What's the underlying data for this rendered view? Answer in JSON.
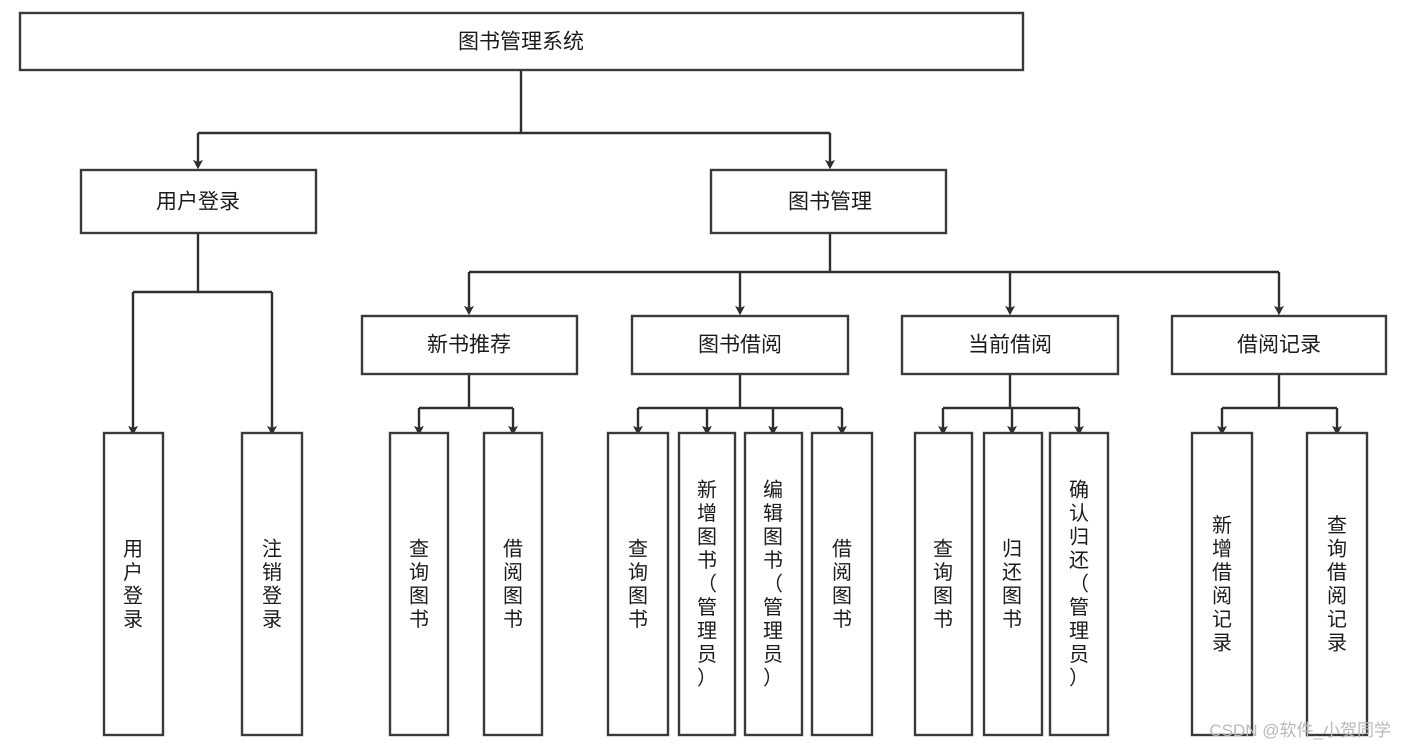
{
  "diagram": {
    "type": "tree-hierarchy",
    "title": "图书管理系统",
    "root": {
      "id": "root",
      "label": "图书管理系统"
    },
    "level2": [
      {
        "id": "user-login",
        "label": "用户登录"
      },
      {
        "id": "book-management",
        "label": "图书管理"
      }
    ],
    "level3": [
      {
        "id": "new-book-recommend",
        "label": "新书推荐",
        "parent": "book-management"
      },
      {
        "id": "book-borrow",
        "label": "图书借阅",
        "parent": "book-management"
      },
      {
        "id": "current-borrow",
        "label": "当前借阅",
        "parent": "book-management"
      },
      {
        "id": "borrow-record",
        "label": "借阅记录",
        "parent": "book-management"
      }
    ],
    "leaves": [
      {
        "id": "leaf-user-login",
        "label": "用户登录",
        "parent": "user-login"
      },
      {
        "id": "leaf-logout",
        "label": "注销登录",
        "parent": "user-login"
      },
      {
        "id": "leaf-query-book-1",
        "label": "查询图书",
        "parent": "new-book-recommend"
      },
      {
        "id": "leaf-borrow-book-1",
        "label": "借阅图书",
        "parent": "new-book-recommend"
      },
      {
        "id": "leaf-query-book-2",
        "label": "查询图书",
        "parent": "book-borrow"
      },
      {
        "id": "leaf-add-book",
        "label": "新增图书（管理员）",
        "parent": "book-borrow"
      },
      {
        "id": "leaf-edit-book",
        "label": "编辑图书（管理员）",
        "parent": "book-borrow"
      },
      {
        "id": "leaf-borrow-book-2",
        "label": "借阅图书",
        "parent": "book-borrow"
      },
      {
        "id": "leaf-query-book-3",
        "label": "查询图书",
        "parent": "current-borrow"
      },
      {
        "id": "leaf-return-book",
        "label": "归还图书",
        "parent": "current-borrow"
      },
      {
        "id": "leaf-confirm-return",
        "label": "确认归还（管理员）",
        "parent": "current-borrow"
      },
      {
        "id": "leaf-add-record",
        "label": "新增借阅记录",
        "parent": "borrow-record"
      },
      {
        "id": "leaf-query-record",
        "label": "查询借阅记录",
        "parent": "borrow-record"
      }
    ],
    "colors": {
      "box_stroke": "#3a3a3a",
      "connector": "#2f2f2f",
      "text": "#1b1b1b",
      "background": "#ffffff",
      "watermark": "#b9b9b9"
    }
  },
  "watermark": {
    "text": "CSDN @软件_小贺同学"
  }
}
